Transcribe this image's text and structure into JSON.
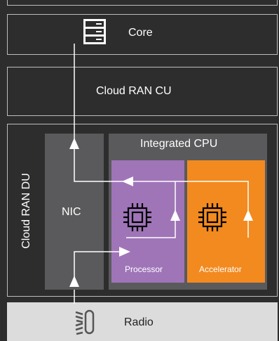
{
  "layers": {
    "core": {
      "label": "Core",
      "icon": "server-rack-icon"
    },
    "cu": {
      "label": "Cloud RAN CU"
    },
    "du": {
      "label": "Cloud RAN DU"
    },
    "nic": {
      "label": "NIC"
    },
    "cpu": {
      "label": "Integrated CPU"
    },
    "processor": {
      "label": "Processor",
      "icon": "chip-icon",
      "color": "#9f75b8"
    },
    "accelerator": {
      "label": "Accelerator",
      "icon": "chip-icon",
      "color": "#f28a1f"
    },
    "radio": {
      "label": "Radio",
      "icon": "antenna-signal-icon"
    }
  },
  "colors": {
    "background": "#2d2d2d",
    "panel": "#5a5a5c",
    "radio_band": "#dcdcdc",
    "line": "#ffffff"
  }
}
